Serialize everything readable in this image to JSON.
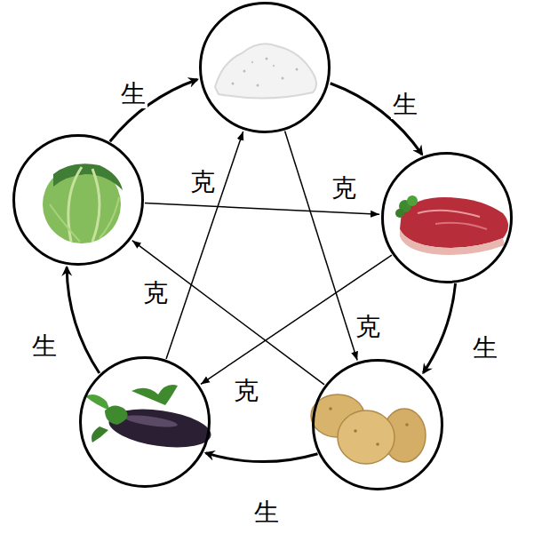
{
  "diagram": {
    "nodes": [
      {
        "text": []
      },
      {
        "text": []
      },
      {
        "text": []
      },
      {
        "text": []
      },
      {
        "text": []
      }
    ],
    "edges": [
      {
        "from": 0,
        "to": 1,
        "label": "生",
        "arrow": "to"
      },
      {
        "from": 1,
        "to": 2,
        "label": "生",
        "arrow": "to"
      },
      {
        "from": 2,
        "to": 3,
        "label": "生",
        "arrow": "to"
      },
      {
        "from": 3,
        "to": 4,
        "label": "生",
        "arrow": "to"
      },
      {
        "from": 4,
        "to": 0,
        "label": "生",
        "arrow": "to"
      },
      {
        "from": 0,
        "to": 2,
        "label": "克",
        "arrow": "to"
      },
      {
        "from": 4,
        "to": 1,
        "label": "克",
        "arrow": "to"
      },
      {
        "from": 1,
        "to": 3,
        "label": "克",
        "arrow": "to"
      },
      {
        "from": 3,
        "to": 0,
        "label": "克",
        "arrow": "to"
      },
      {
        "from": 2,
        "to": 4,
        "label": "克",
        "arrow": "to"
      }
    ]
  }
}
